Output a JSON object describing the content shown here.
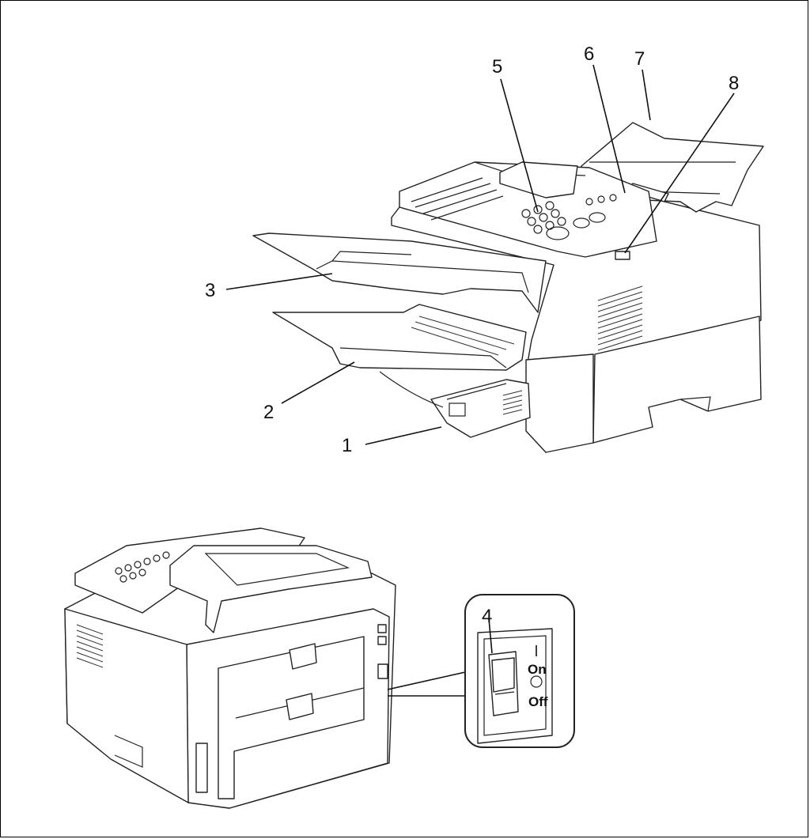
{
  "front_view": {
    "callouts": [
      {
        "id": "1",
        "text": "1"
      },
      {
        "id": "2",
        "text": "2"
      },
      {
        "id": "3",
        "text": "3"
      },
      {
        "id": "5",
        "text": "5"
      },
      {
        "id": "6",
        "text": "6"
      },
      {
        "id": "7",
        "text": "7"
      },
      {
        "id": "8",
        "text": "8"
      }
    ]
  },
  "rear_view": {
    "callouts": [
      {
        "id": "4",
        "text": "4"
      }
    ],
    "switch_labels": {
      "on": "On",
      "off": "Off"
    }
  }
}
